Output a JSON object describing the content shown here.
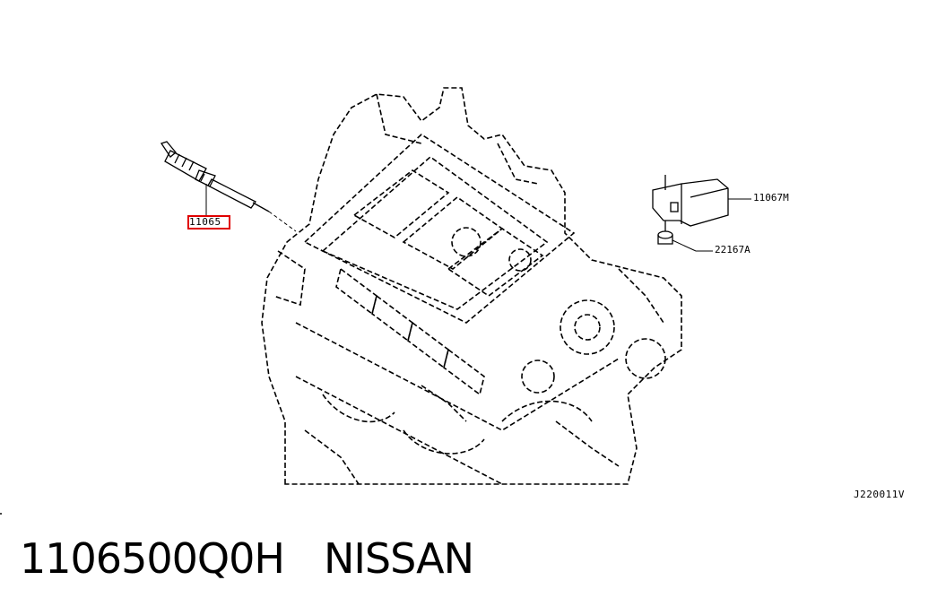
{
  "diagram": {
    "callouts": {
      "glow_plug": "11065",
      "glow_plug_relay": "11067M",
      "relay_bolt": "22167A"
    },
    "diagram_code": "J220011V"
  },
  "caption": {
    "part_number": "1106500Q0H",
    "brand": "NISSAN"
  },
  "highlight_color": "#e00000"
}
